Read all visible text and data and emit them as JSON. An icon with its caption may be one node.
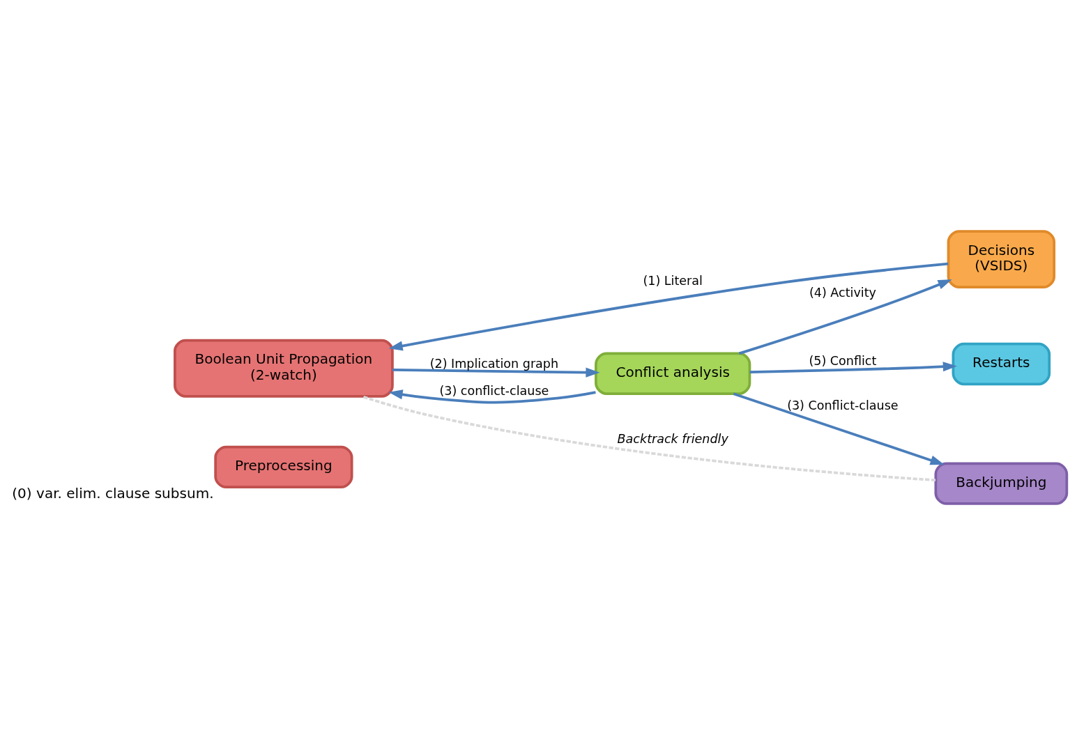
{
  "diagram": {
    "nodes": [
      {
        "text": [
          "Preprocessing"
        ],
        "beside": [
          "(0) var. elim. clause subsum."
        ]
      },
      {
        "text": [
          "Boolean Unit Propagation",
          "(2-watch)"
        ]
      },
      {
        "text": [
          "Decisions",
          "(VSIDS)"
        ]
      },
      {
        "text": [
          "Conflict analysis"
        ]
      },
      {
        "text": [
          "Restarts"
        ]
      },
      {
        "text": [
          "Backjumping"
        ]
      }
    ],
    "edges": [
      {
        "from": 2,
        "to": 1,
        "arrow": "to",
        "label": "(1) Literal"
      },
      {
        "from": 1,
        "to": 3,
        "arrow": "to",
        "label": "(2) Implication graph"
      },
      {
        "from": 3,
        "to": 1,
        "arrow": "to",
        "label": "(3) conflict-clause"
      },
      {
        "from": 3,
        "to": 2,
        "arrow": "to",
        "label": "(4) Activity"
      },
      {
        "from": 3,
        "to": 4,
        "arrow": "to",
        "label": "(5) Conflict"
      },
      {
        "from": 3,
        "to": 5,
        "arrow": "to",
        "label": "(3) Conflict-clause"
      },
      {
        "from": 5,
        "to": 1,
        "arrow": "none",
        "label": "Backtrack friendly",
        "style": "dashed",
        "color": "#d9d9d9"
      }
    ]
  }
}
